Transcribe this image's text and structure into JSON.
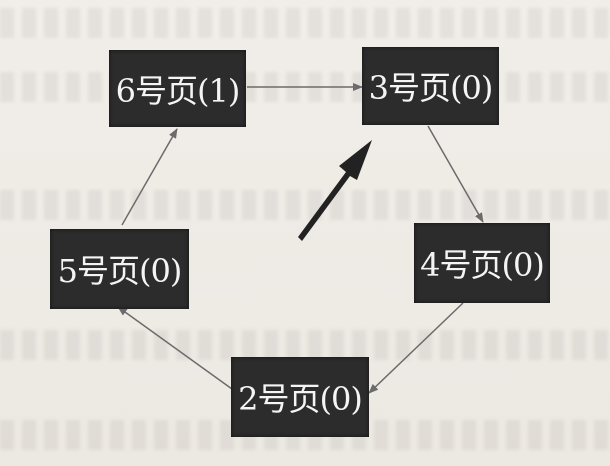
{
  "diagram": {
    "nodes": [
      {
        "id": "p6",
        "label": "6号页(1)"
      },
      {
        "id": "p3",
        "label": "3号页(0)"
      },
      {
        "id": "p5",
        "label": "5号页(0)"
      },
      {
        "id": "p4",
        "label": "4号页(0)"
      },
      {
        "id": "p2",
        "label": "2号页(0)"
      }
    ],
    "edges": [
      {
        "from": "p6",
        "to": "p3"
      },
      {
        "from": "p3",
        "to": "p4"
      },
      {
        "from": "p4",
        "to": "p2"
      },
      {
        "from": "p2",
        "to": "p5"
      },
      {
        "from": "p5",
        "to": "p6"
      }
    ],
    "pointer": {
      "target": "p3"
    },
    "colors": {
      "node_fill": "#2c2c2c",
      "node_text": "#f4f4f4",
      "edge": "#6b6b6b",
      "pointer": "#222222"
    }
  }
}
